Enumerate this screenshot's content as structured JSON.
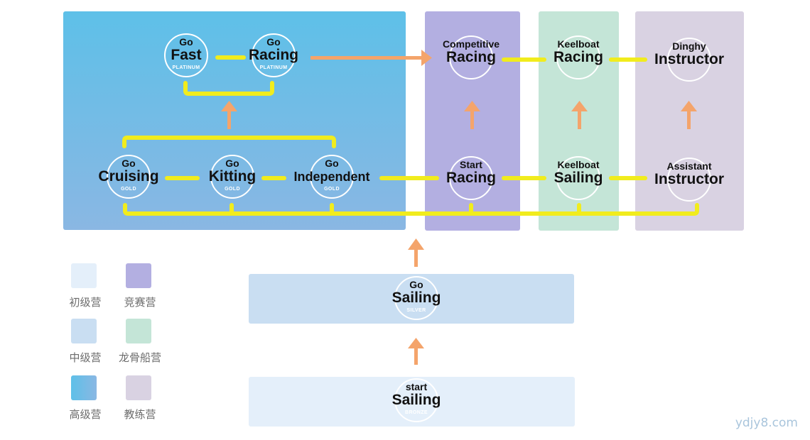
{
  "courses": {
    "go_fast": {
      "line1": "Go",
      "line2": "Fast",
      "level": "PLATINUM"
    },
    "go_racing": {
      "line1": "Go",
      "line2": "Racing",
      "level": "PLATINUM"
    },
    "go_cruising": {
      "line1": "Go",
      "line2": "Cruising",
      "level": "GOLD"
    },
    "go_kitting": {
      "line1": "Go",
      "line2": "Kitting",
      "level": "GOLD"
    },
    "go_independent": {
      "line1": "Go",
      "line2": "Independent",
      "level": "GOLD"
    },
    "competitive_racing": {
      "line1": "Competitive",
      "line2": "Racing"
    },
    "start_racing": {
      "line1": "Start",
      "line2": "Racing"
    },
    "keelboat_racing": {
      "line1": "Keelboat",
      "line2": "Racing"
    },
    "keelboat_sailing": {
      "line1": "Keelboat",
      "line2": "Sailing"
    },
    "dinghy_instructor": {
      "line1": "Dinghy",
      "line2": "Instructor"
    },
    "assistant_instructor": {
      "line1": "Assistant",
      "line2": "Instructor"
    },
    "go_sailing": {
      "line1": "Go",
      "line2": "Sailing",
      "level": "SILVER"
    },
    "start_sailing": {
      "line1": "start",
      "line2": "Sailing",
      "level": "BRONZE"
    }
  },
  "legend": [
    {
      "label": "初级营",
      "color": "#e4effa"
    },
    {
      "label": "竞赛营",
      "color": "#b3afe1"
    },
    {
      "label": "中级营",
      "color": "#c9def2"
    },
    {
      "label": "龙骨船营",
      "color": "#c4e5d7"
    },
    {
      "label": "高级营",
      "color": "#5ec0e8"
    },
    {
      "label": "教练营",
      "color": "#d9d2e2"
    }
  ],
  "colors": {
    "connector": "#f1ec1d",
    "arrow": "#f4a46b",
    "ring": "#ffffff"
  },
  "watermark": "ydjy8.com"
}
